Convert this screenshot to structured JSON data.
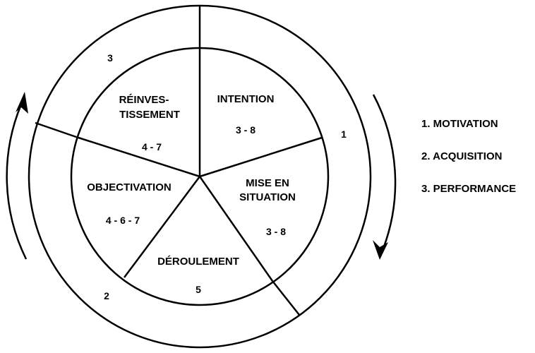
{
  "diagram": {
    "segments": [
      {
        "name": "intention",
        "title_lines": [
          "INTENTION"
        ],
        "codes": "3 - 8"
      },
      {
        "name": "mise-en-situation",
        "title_lines": [
          "MISE EN",
          "SITUATION"
        ],
        "codes": "3 - 8"
      },
      {
        "name": "deroulement",
        "title_lines": [
          "DÉROULEMENT"
        ],
        "codes": "5"
      },
      {
        "name": "objectivation",
        "title_lines": [
          "OBJECTIVATION"
        ],
        "codes": "4 - 6 - 7"
      },
      {
        "name": "reinvestissement",
        "title_lines": [
          "RÉINVES-",
          "TISSEMENT"
        ],
        "codes": "4 - 7"
      }
    ],
    "ring_labels": [
      "1",
      "2",
      "3"
    ],
    "legend": [
      "1. MOTIVATION",
      "2. ACQUISITION",
      "3. PERFORMANCE"
    ],
    "colors": {
      "line": "#000000",
      "background": "#ffffff"
    }
  }
}
